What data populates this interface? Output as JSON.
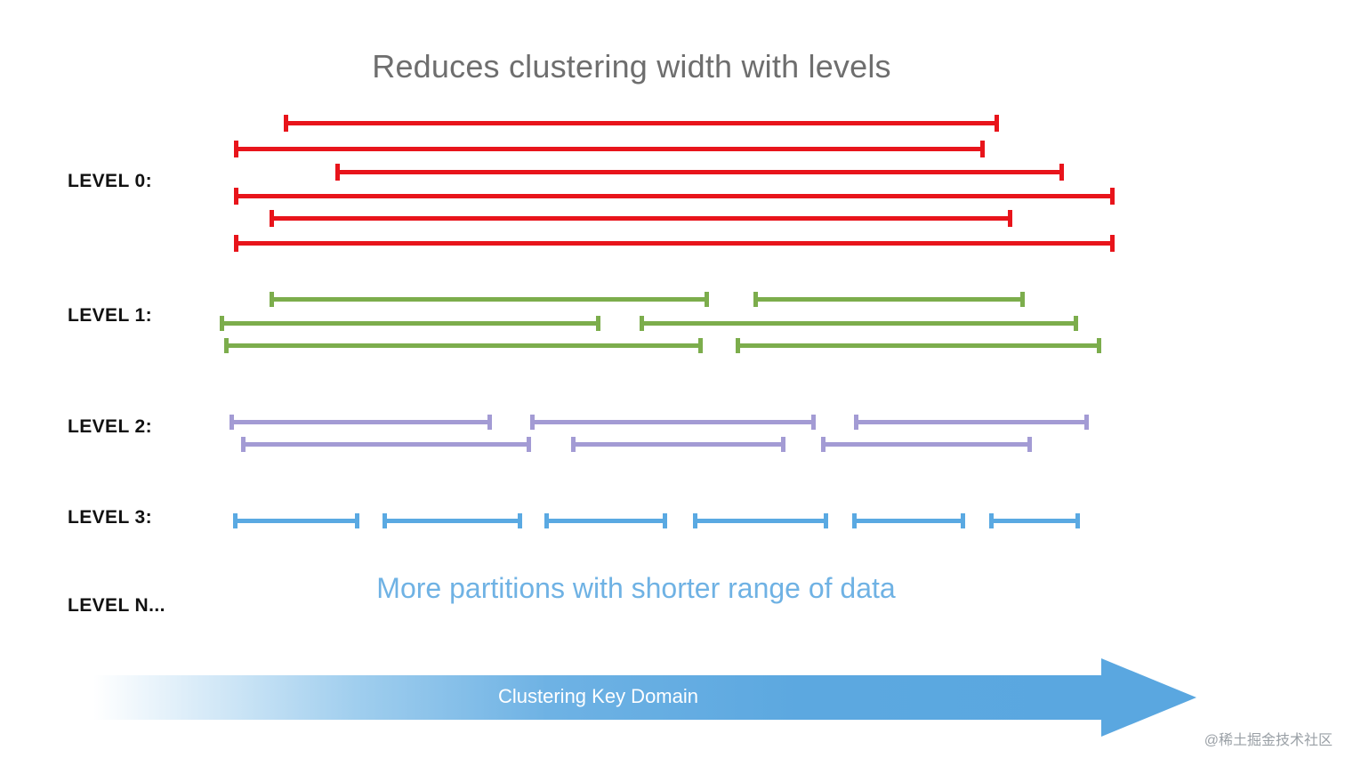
{
  "title": "Reduces clustering width with levels",
  "caption": "More partitions with shorter range of data",
  "axis": {
    "label": "Clustering Key Domain"
  },
  "watermark": "@稀土掘金技术社区",
  "colors": {
    "level0": "#e8141b",
    "level1": "#7cad4c",
    "level2": "#a39bd4",
    "level3": "#5aa9e2",
    "title": "#6e6e6e",
    "caption": "#6fb2e4",
    "arrow": "#5aa7e0"
  },
  "levels": [
    {
      "label": "LEVEL 0:",
      "color_key": "level0"
    },
    {
      "label": "LEVEL 1:",
      "color_key": "level1"
    },
    {
      "label": "LEVEL 2:",
      "color_key": "level2"
    },
    {
      "label": "LEVEL 3:",
      "color_key": "level3"
    },
    {
      "label": "LEVEL N...",
      "color_key": "level3"
    }
  ],
  "chart_data": {
    "type": "range-intervals",
    "title": "Reduces clustering width with levels",
    "xlabel": "Clustering Key Domain",
    "annotation": "More partitions with shorter range of data",
    "xlim": [
      247,
      1253
    ],
    "grid": false,
    "legend": "none",
    "series": [
      {
        "name": "LEVEL 0",
        "color": "#e8141b",
        "row_label": "LEVEL 0:",
        "intervals": [
          {
            "start": 319,
            "end": 1123,
            "y": 136
          },
          {
            "start": 263,
            "end": 1107,
            "y": 165
          },
          {
            "start": 377,
            "end": 1196,
            "y": 191
          },
          {
            "start": 263,
            "end": 1253,
            "y": 218
          },
          {
            "start": 303,
            "end": 1138,
            "y": 243
          },
          {
            "start": 263,
            "end": 1253,
            "y": 271
          }
        ]
      },
      {
        "name": "LEVEL 1",
        "color": "#7cad4c",
        "row_label": "LEVEL 1:",
        "intervals": [
          {
            "start": 303,
            "end": 797,
            "y": 334
          },
          {
            "start": 847,
            "end": 1152,
            "y": 334
          },
          {
            "start": 247,
            "end": 675,
            "y": 361
          },
          {
            "start": 719,
            "end": 1212,
            "y": 361
          },
          {
            "start": 252,
            "end": 790,
            "y": 386
          },
          {
            "start": 827,
            "end": 1238,
            "y": 386
          }
        ]
      },
      {
        "name": "LEVEL 2",
        "color": "#a39bd4",
        "row_label": "LEVEL 2:",
        "intervals": [
          {
            "start": 258,
            "end": 553,
            "y": 472
          },
          {
            "start": 596,
            "end": 917,
            "y": 472
          },
          {
            "start": 960,
            "end": 1224,
            "y": 472
          },
          {
            "start": 271,
            "end": 597,
            "y": 497
          },
          {
            "start": 642,
            "end": 883,
            "y": 497
          },
          {
            "start": 923,
            "end": 1160,
            "y": 497
          }
        ]
      },
      {
        "name": "LEVEL 3",
        "color": "#5aa9e2",
        "row_label": "LEVEL 3:",
        "intervals": [
          {
            "start": 262,
            "end": 404,
            "y": 583
          },
          {
            "start": 430,
            "end": 587,
            "y": 583
          },
          {
            "start": 612,
            "end": 750,
            "y": 583
          },
          {
            "start": 779,
            "end": 931,
            "y": 583
          },
          {
            "start": 958,
            "end": 1085,
            "y": 583
          },
          {
            "start": 1112,
            "end": 1214,
            "y": 583
          }
        ]
      }
    ],
    "level_label_positions": [
      {
        "label": "LEVEL 0:",
        "y": 192
      },
      {
        "label": "LEVEL 1:",
        "y": 343
      },
      {
        "label": "LEVEL 2:",
        "y": 468
      },
      {
        "label": "LEVEL 3:",
        "y": 570
      },
      {
        "label": "LEVEL N...",
        "y": 669
      }
    ]
  }
}
